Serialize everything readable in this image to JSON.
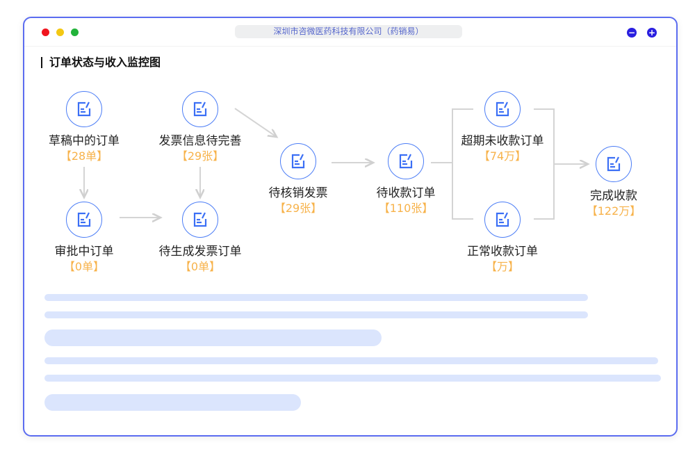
{
  "window": {
    "title": "深圳市咨微医药科技有限公司（药销易）",
    "minimize": "−",
    "maximize": "+"
  },
  "heading": "订单状态与收入监控图",
  "nodes": [
    {
      "label": "草稿中的订单",
      "value": "【28单】"
    },
    {
      "label": "发票信息待完善",
      "value": "【29张】"
    },
    {
      "label": "审批中订单",
      "value": "【0单】"
    },
    {
      "label": "待生成发票订单",
      "value": "【0单】"
    },
    {
      "label": "待核销发票",
      "value": "【29张】"
    },
    {
      "label": "待收款订单",
      "value": "【110张】"
    },
    {
      "label": "超期未收款订单",
      "value": "【74万】"
    },
    {
      "label": "正常收款订单",
      "value": "【万】"
    },
    {
      "label": "完成收款",
      "value": "【122万】"
    }
  ],
  "colors": {
    "accent": "#4a7cf6",
    "value": "#f7b24a",
    "border": "#5b6cf0"
  }
}
